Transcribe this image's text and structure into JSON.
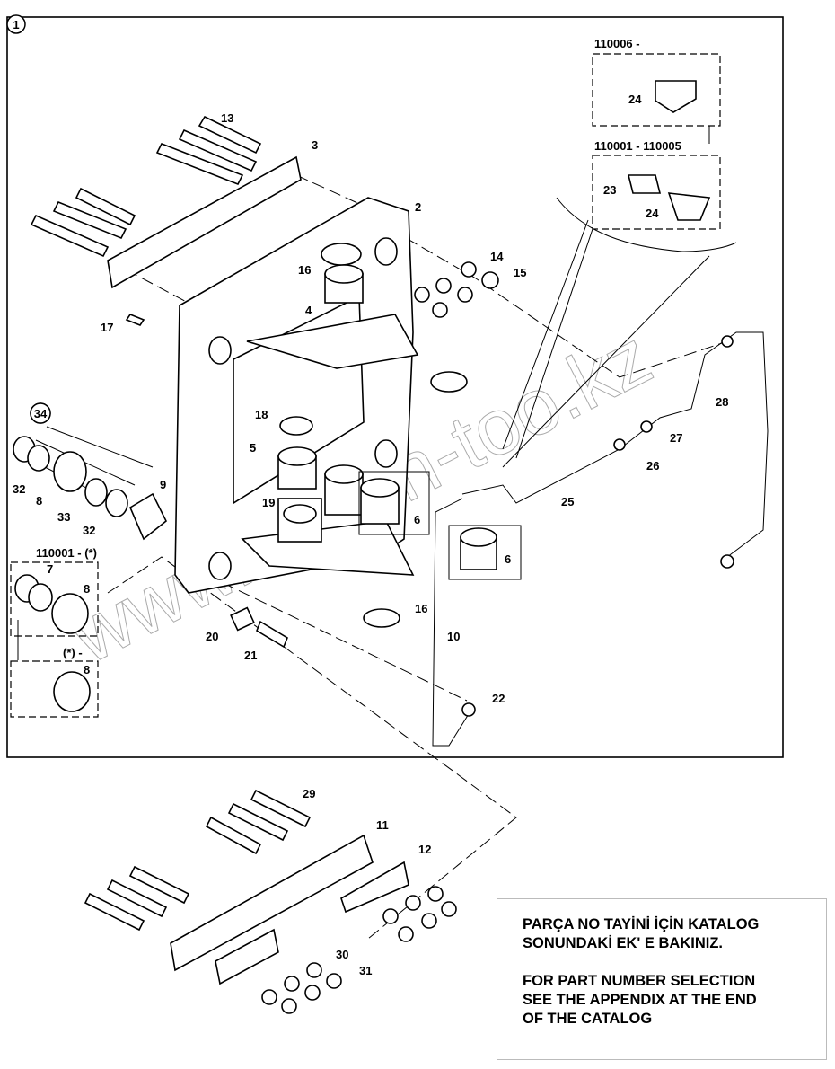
{
  "diagram": {
    "view_number": "1",
    "callouts": [
      "13",
      "3",
      "2",
      "16",
      "14",
      "15",
      "4",
      "17",
      "18",
      "5",
      "19",
      "6",
      "6",
      "16",
      "10",
      "20",
      "21",
      "22",
      "34",
      "32",
      "8",
      "33",
      "32",
      "9",
      "7",
      "8",
      "8",
      "24",
      "23",
      "24",
      "28",
      "27",
      "26",
      "25",
      "29",
      "11",
      "12",
      "30",
      "31"
    ],
    "variant_labels": {
      "serial_top": "110006 -",
      "serial_mid": "110001 - 110005",
      "serial_left": "110001 - (*)",
      "star_label": "(*) -"
    }
  },
  "note": {
    "tr_line1": "PARÇA NO TAYİNİ İÇİN KATALOG",
    "tr_line2": "SONUNDAKİ EK' E BAKINIZ.",
    "en_line1": "FOR PART NUMBER SELECTION",
    "en_line2": "SEE THE APPENDIX AT THE END",
    "en_line3": "OF THE CATALOG"
  },
  "watermark": "www.simon-too.kz"
}
